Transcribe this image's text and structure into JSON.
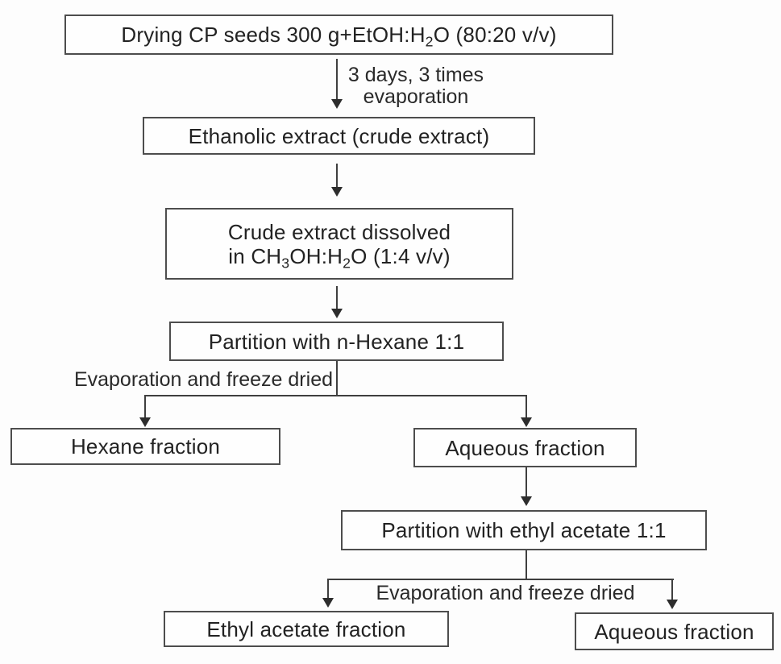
{
  "figure": {
    "type": "flowchart",
    "colors": {
      "background": "#fdfdfd",
      "box_border": "#4d4d4d",
      "line": "#3f3f3f",
      "text": "#1f1f1f"
    },
    "nodes": {
      "drying": {
        "pre": "Drying CP seeds 300 g+EtOH:H",
        "sub": "2",
        "post": "O (80:20 v/v)"
      },
      "ethanolic": {
        "label": "Ethanolic extract (crude extract)"
      },
      "crude": {
        "line1": "Crude extract dissolved",
        "l2a": "in CH",
        "l2b": "3",
        "l2c": "OH:H",
        "l2d": "2",
        "l2e": "O (1:4 v/v)"
      },
      "partition_hexane": {
        "label": "Partition with n-Hexane 1:1"
      },
      "hexane_fraction": {
        "label": "Hexane fraction"
      },
      "aqueous_fraction_1": {
        "label": "Aqueous fraction"
      },
      "partition_ethyl": {
        "label": "Partition with ethyl acetate 1:1"
      },
      "ethyl_fraction": {
        "label": "Ethyl acetate fraction"
      },
      "aqueous_fraction_2": {
        "label": "Aqueous fraction"
      }
    },
    "edge_labels": {
      "step1_line1": "3 days, 3 times",
      "step1_line2": "evaporation",
      "split1": "Evaporation and freeze dried",
      "split2": "Evaporation and freeze dried"
    }
  }
}
